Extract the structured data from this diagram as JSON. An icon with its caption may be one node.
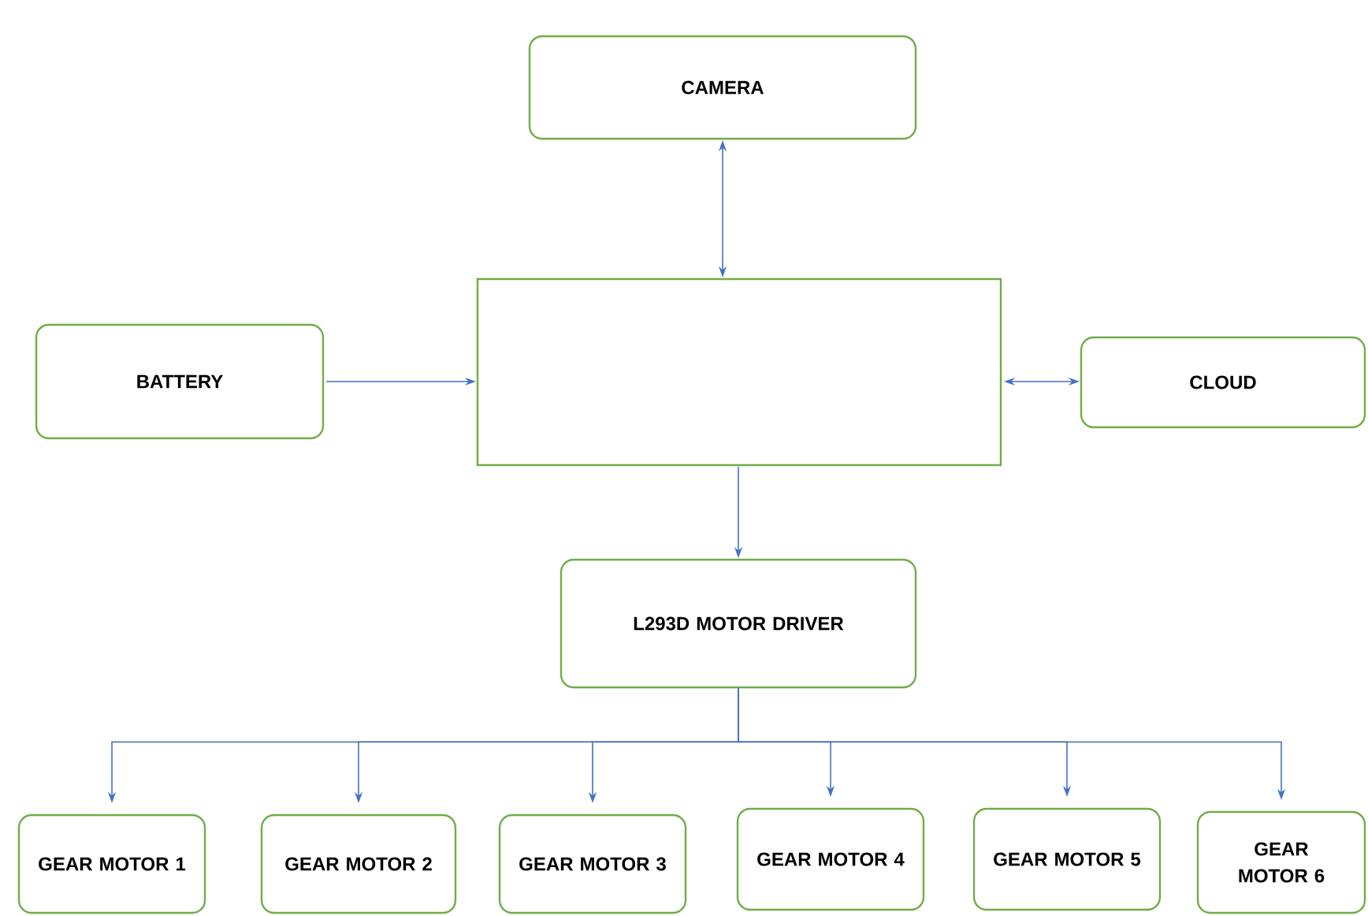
{
  "diagram": {
    "nodes": [
      {
        "text": [
          "CAMERA"
        ]
      },
      {
        "text": [],
        "shape": "box"
      },
      {
        "text": [
          "BATTERY"
        ]
      },
      {
        "text": [
          "CLOUD"
        ]
      },
      {
        "text": [
          "L293D MOTOR DRIVER"
        ]
      },
      {
        "text": [
          "GEAR MOTOR 1"
        ]
      },
      {
        "text": [
          "GEAR MOTOR 2"
        ]
      },
      {
        "text": [
          "GEAR MOTOR 3"
        ]
      },
      {
        "text": [
          "GEAR MOTOR 4"
        ]
      },
      {
        "text": [
          "GEAR MOTOR 5"
        ]
      },
      {
        "text": [
          "GEAR MOTOR 6"
        ]
      }
    ],
    "edges": [
      {
        "from": 0,
        "to": 1,
        "arrow": "both"
      },
      {
        "from": 2,
        "to": 1,
        "arrow": "to"
      },
      {
        "from": 1,
        "to": 3,
        "arrow": "both"
      },
      {
        "from": 1,
        "to": 4,
        "arrow": "to"
      },
      {
        "from": 4,
        "to": 5,
        "arrow": "to"
      },
      {
        "from": 4,
        "to": 6,
        "arrow": "to"
      },
      {
        "from": 4,
        "to": 7,
        "arrow": "to"
      },
      {
        "from": 4,
        "to": 8,
        "arrow": "to"
      },
      {
        "from": 4,
        "to": 9,
        "arrow": "to"
      },
      {
        "from": 4,
        "to": 10,
        "arrow": "to"
      }
    ]
  }
}
